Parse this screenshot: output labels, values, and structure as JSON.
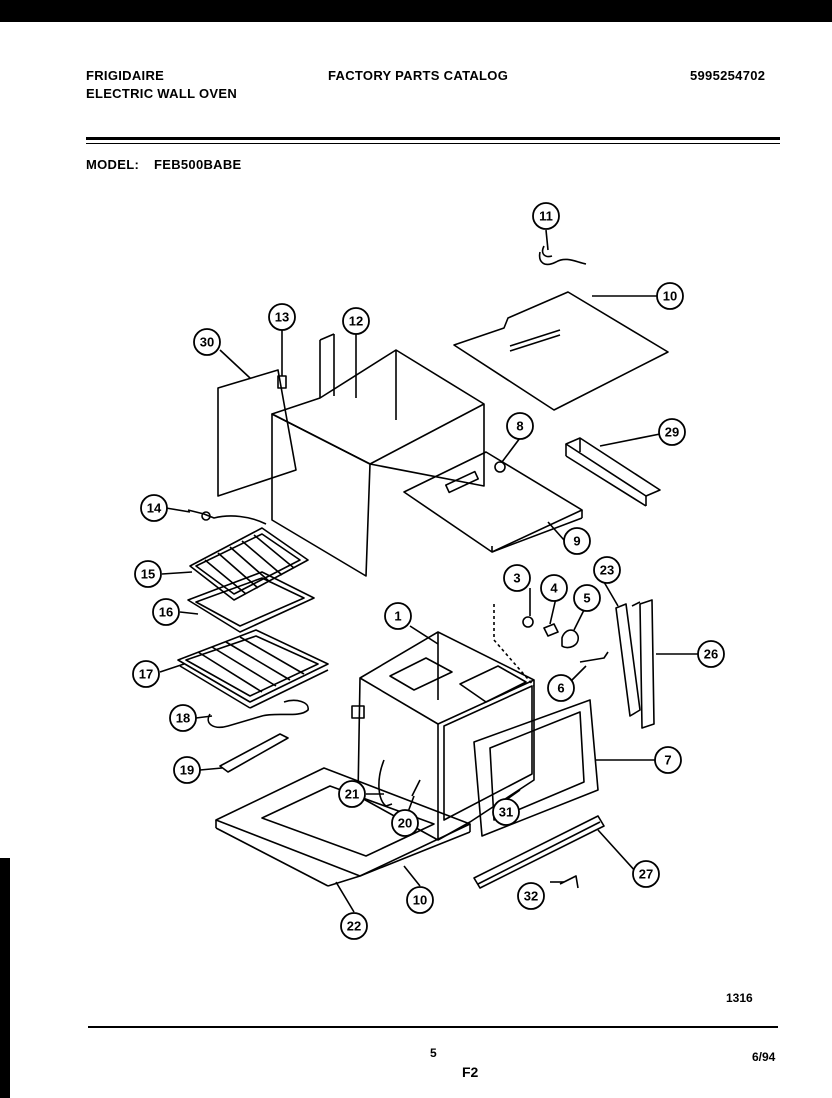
{
  "header": {
    "brand": "FRIGIDAIRE",
    "product": "ELECTRIC WALL OVEN",
    "catalog_title": "FACTORY PARTS CATALOG",
    "catalog_number": "5995254702",
    "model_label": "MODEL:",
    "model_number": "FEB500BABE"
  },
  "callouts": [
    "1",
    "3",
    "4",
    "5",
    "6",
    "7",
    "8",
    "9",
    "10",
    "10",
    "11",
    "12",
    "13",
    "14",
    "15",
    "16",
    "17",
    "18",
    "19",
    "20",
    "21",
    "22",
    "23",
    "26",
    "27",
    "29",
    "30",
    "31",
    "32"
  ],
  "footer": {
    "figure_code": "1316",
    "page_number": "5",
    "section": "F2",
    "date": "6/94"
  }
}
